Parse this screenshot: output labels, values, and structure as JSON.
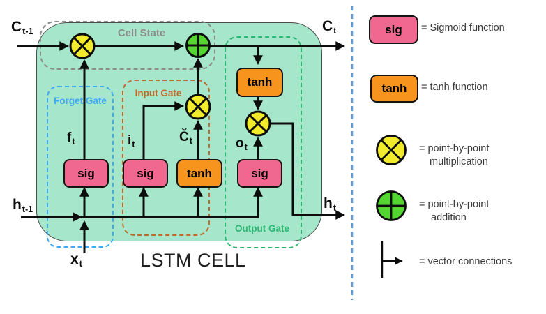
{
  "diagram": {
    "title": "LSTM CELL",
    "cell_state_label": "Cell State",
    "gates": {
      "forget": {
        "label": "Forget Gate"
      },
      "input": {
        "label": "Input Gate"
      },
      "output": {
        "label": "Output Gate"
      }
    },
    "nodes": {
      "forget_sig": "sig",
      "input_sig": "sig",
      "input_tanh": "tanh",
      "output_sig": "sig",
      "output_tanh": "tanh"
    },
    "vars": {
      "c_prev": {
        "base": "C",
        "sub": "t-1"
      },
      "c_out": {
        "base": "C",
        "sub": "t"
      },
      "h_prev": {
        "base": "h",
        "sub": "t-1"
      },
      "h_out": {
        "base": "h",
        "sub": "t"
      },
      "x_in": {
        "base": "x",
        "sub": "t"
      },
      "f": {
        "base": "f",
        "sub": "t"
      },
      "i": {
        "base": "i",
        "sub": "t"
      },
      "c_cand": {
        "base": "Č",
        "sub": "t"
      },
      "o": {
        "base": "o",
        "sub": "t"
      }
    }
  },
  "legend": {
    "items": [
      {
        "symbol": "sigmoid-box",
        "label": "sig",
        "text": "= Sigmoid function"
      },
      {
        "symbol": "tanh-box",
        "label": "tanh",
        "text": "= tanh function"
      },
      {
        "symbol": "multiply-circle",
        "text_line1": "= point-by-point",
        "text_line2": "multiplication"
      },
      {
        "symbol": "add-circle",
        "text_line1": "= point-by-point",
        "text_line2": "addition"
      },
      {
        "symbol": "vector-arrow",
        "text": "= vector connections"
      }
    ]
  },
  "colors": {
    "cell_background": "#A6E7CB",
    "sigmoid_box": "#F0688F",
    "tanh_box": "#F7941E",
    "multiply_circle": "#F2EB2C",
    "add_circle": "#53D62F",
    "forget_gate_dash": "#3FA9F5",
    "input_gate_dash": "#C1692C",
    "output_gate_dash": "#2BB673",
    "cell_state_dash": "#8C8C8C",
    "divider": "#5E9BD3",
    "line": "#0d0d0d"
  }
}
